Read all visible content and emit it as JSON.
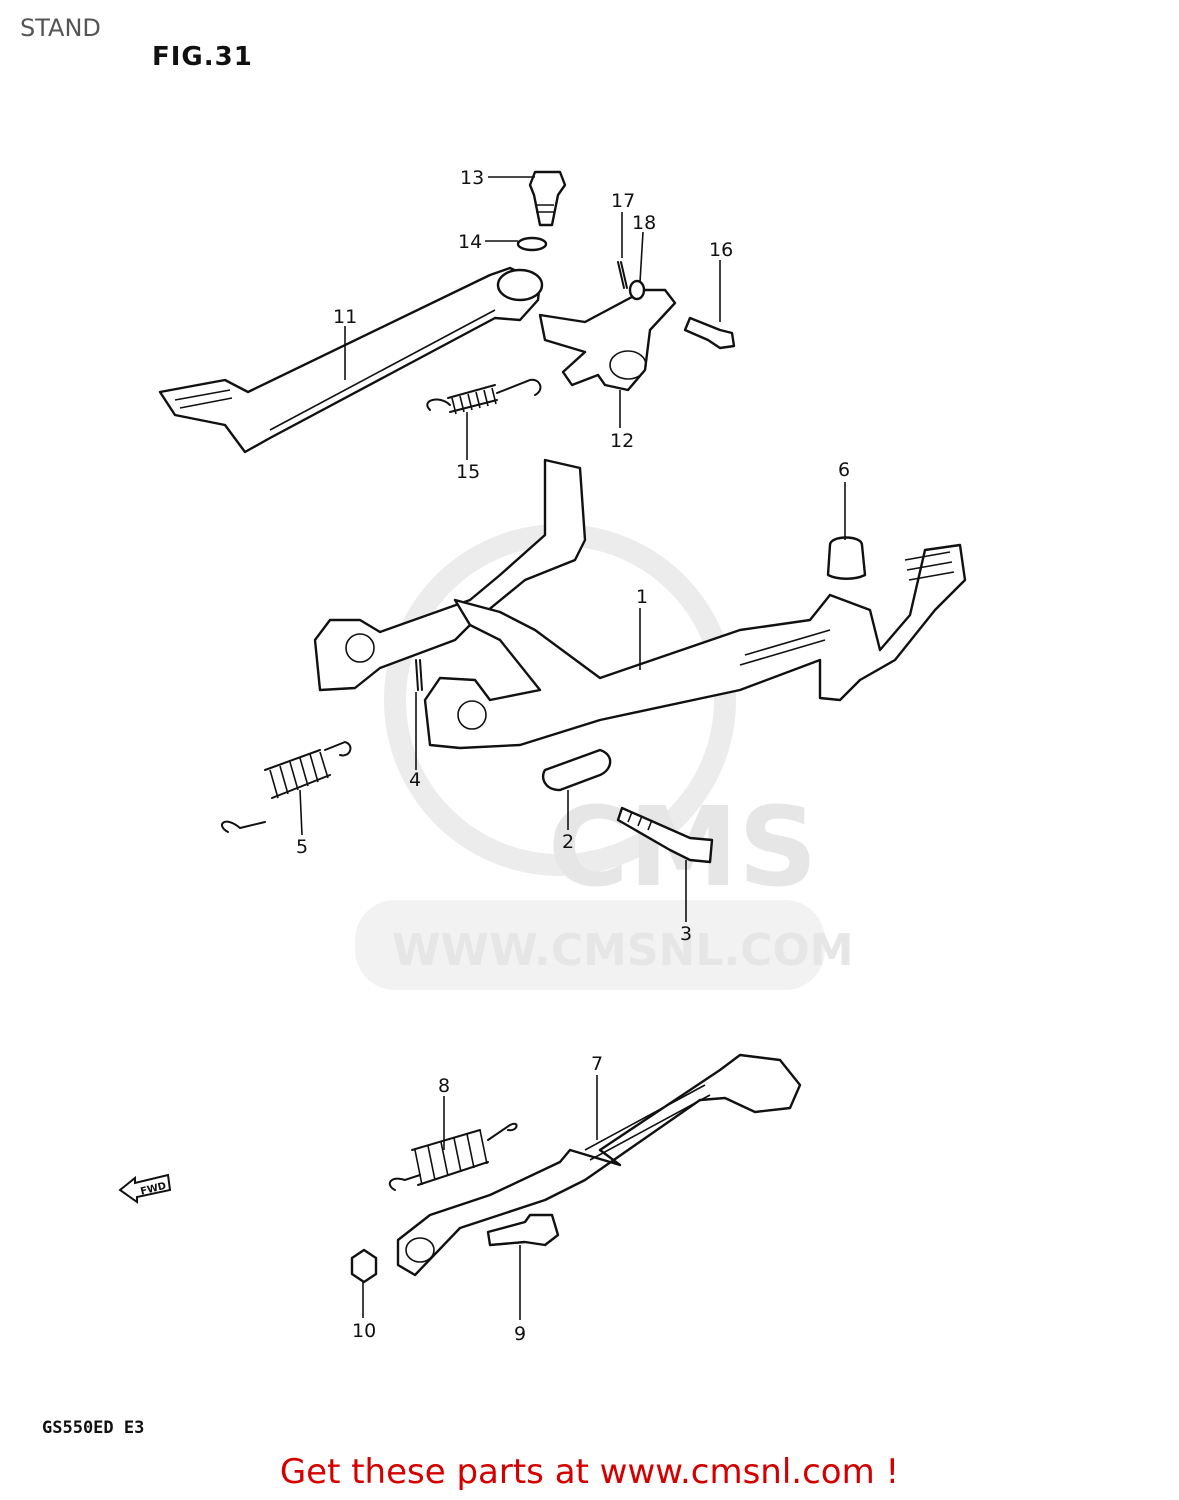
{
  "header": {
    "section_title": "STAND",
    "figure": "FIG.31"
  },
  "watermark": {
    "logo": "CMS",
    "url": "WWW.CMSNL.COM"
  },
  "fwd_label": "FWD",
  "callouts": [
    "1",
    "2",
    "3",
    "4",
    "5",
    "6",
    "7",
    "8",
    "9",
    "10",
    "11",
    "12",
    "13",
    "14",
    "15",
    "16",
    "17",
    "18"
  ],
  "model_code": "GS550ED E3",
  "footer": {
    "cta": "Get these parts at www.cmsnl.com !",
    "cta_color": "#d40000"
  }
}
